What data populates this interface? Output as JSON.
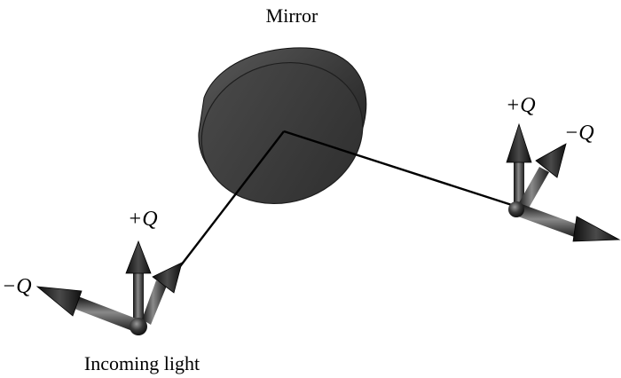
{
  "labels": {
    "mirror": "Mirror",
    "incoming": "Incoming light",
    "left_plus_q": "+Q",
    "left_minus_q": "−Q",
    "right_plus_q": "+Q",
    "right_minus_q": "−Q"
  },
  "colors": {
    "arrow_dark": "#1a1a1a",
    "arrow_light": "#6a6a6a",
    "mirror_face": "#3c3c3c",
    "mirror_edge": "#1e1e1e",
    "beam": "#000000"
  }
}
